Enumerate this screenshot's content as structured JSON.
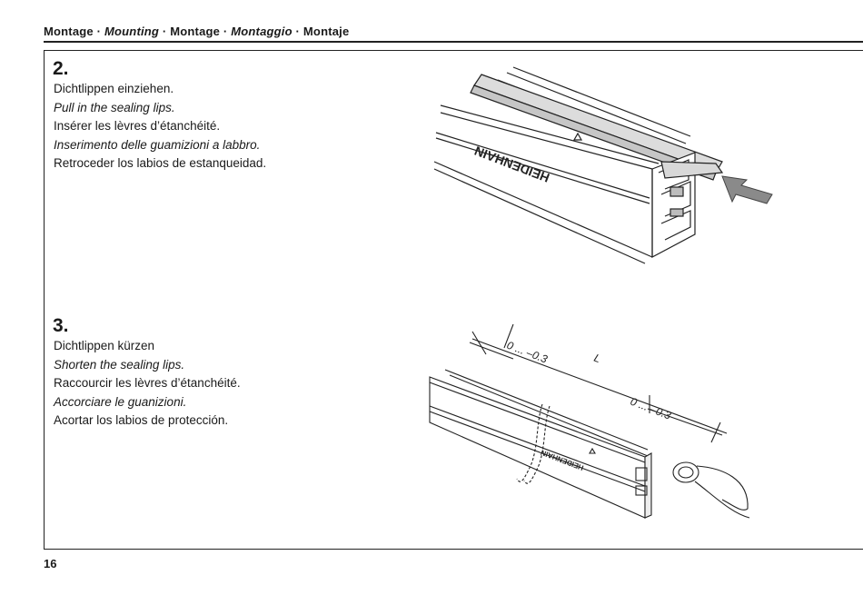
{
  "header": {
    "part1": "Montage",
    "sep1": " · ",
    "part2": "Mounting",
    "sep2": " · ",
    "part3": "Montage",
    "sep3": " · ",
    "part4": "Montaggio",
    "sep4": " · ",
    "part5": "Montaje"
  },
  "step2": {
    "number": "2.",
    "lines": [
      "Dichtlippen einziehen.",
      "Pull in the sealing lips.",
      "Insérer les lèvres d’étanchéité.",
      "Inserimento delle guamizioni a labbro.",
      "Retroceder los labios de estanqueidad."
    ],
    "figure_brand": "HEIDENHAIN"
  },
  "step3": {
    "number": "3.",
    "lines": [
      "Dichtlippen kürzen",
      "Shorten the sealing lips.",
      "Raccourcir les lèvres d’étanchéité.",
      "Accorciare le guanizioni.",
      "Acortar los labios de protección."
    ],
    "figure_brand": "HEIDENHAIN",
    "dim_left": "0 ... –0.3",
    "dim_length": "L",
    "dim_right": "0 ... –0.3"
  },
  "page_number": "16"
}
